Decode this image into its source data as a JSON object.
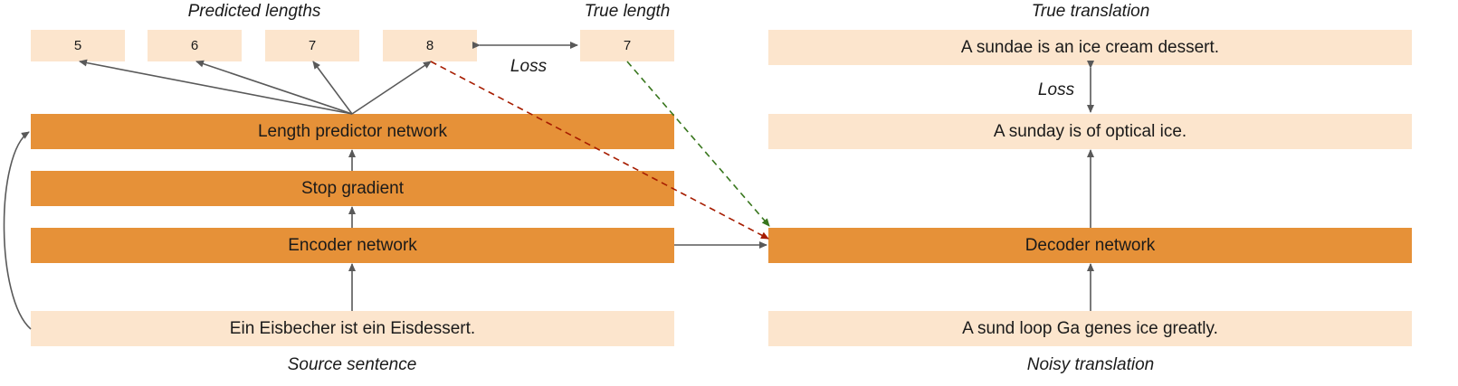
{
  "captions": {
    "predicted_lengths": "Predicted lengths",
    "true_length": "True length",
    "true_translation": "True translation",
    "source_sentence": "Source sentence",
    "noisy_translation": "Noisy translation",
    "loss_left": "Loss",
    "loss_right": "Loss"
  },
  "predicted_lengths": [
    "5",
    "6",
    "7",
    "8"
  ],
  "true_length": "7",
  "blocks": {
    "length_predictor": "Length predictor network",
    "stop_gradient": "Stop gradient",
    "encoder": "Encoder network",
    "decoder": "Decoder network"
  },
  "sentences": {
    "source": "Ein Eisbecher ist ein Eisdessert.",
    "true_translation": "A sundae is an ice cream dessert.",
    "predicted_translation": "A sunday is of optical ice.",
    "noisy_translation": "A sund loop Ga genes ice greatly."
  },
  "colors": {
    "block_dark": "#e69138",
    "block_light": "#fce5cd",
    "arrow": "#595959",
    "dashed_red": "#a61c00",
    "dashed_green": "#38761d"
  }
}
